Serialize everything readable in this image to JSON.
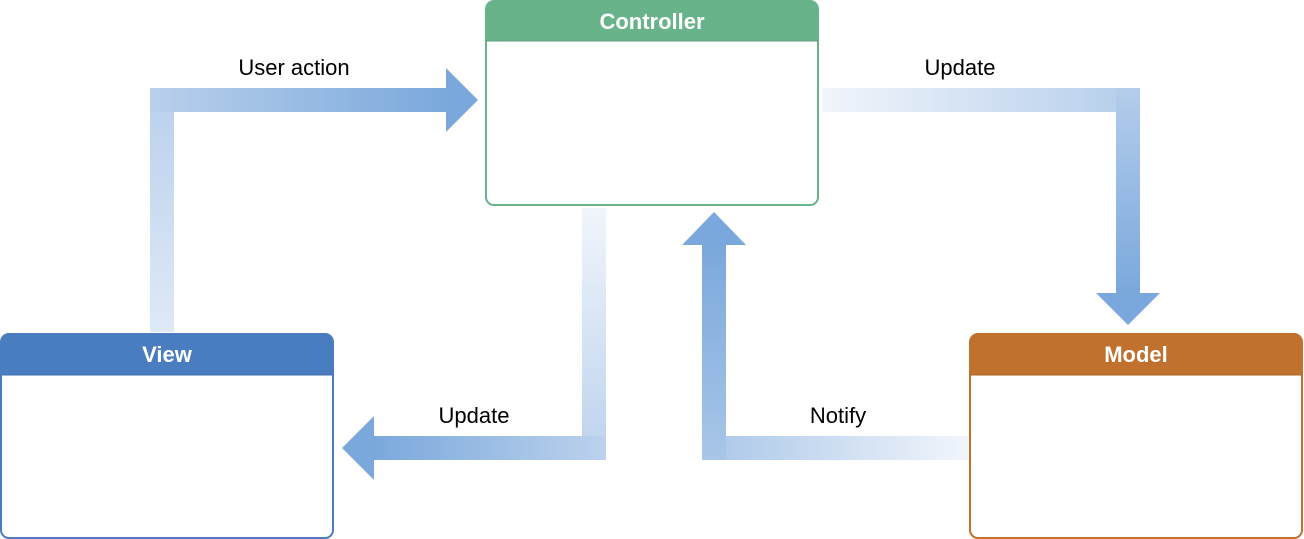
{
  "colors": {
    "arrow": "#7aa8dc",
    "controller": "#68b38a",
    "view": "#4a7cc0",
    "model": "#c0712e"
  },
  "boxes": {
    "controller": {
      "title": "Controller"
    },
    "view": {
      "title": "View"
    },
    "model": {
      "title": "Model"
    }
  },
  "edges": {
    "user_action": {
      "label": "User action",
      "from": "View",
      "to": "Controller"
    },
    "controller_to_model": {
      "label": "Update",
      "from": "Controller",
      "to": "Model"
    },
    "controller_to_view": {
      "label": "Update",
      "from": "Controller",
      "to": "View"
    },
    "model_to_controller": {
      "label": "Notify",
      "from": "Model",
      "to": "Controller"
    }
  }
}
